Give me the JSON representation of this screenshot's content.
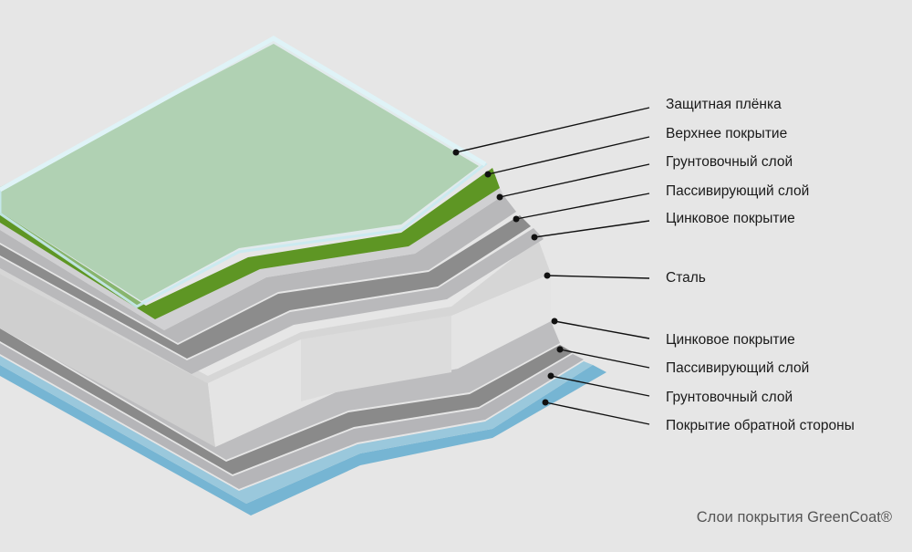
{
  "labels": [
    "Защитная плёнка",
    "Верхнее покрытие",
    "Грунтовочный слой",
    "Пассивирующий слой",
    "Цинковое покрытие",
    "Сталь",
    "Цинковое покрытие",
    "Пассивирующий слой",
    "Грунтовочный слой",
    "Покрытие обратной стороны"
  ],
  "caption": "Слои покрытия GreenCoat®",
  "colors": {
    "background": "#e6e6e6",
    "protective_film": "#cde8ee",
    "top_coat_face": "#9cc08f",
    "top_coat_edge": "#5e9624",
    "primer": "#b5b5b8",
    "passivation": "#8e8e8e",
    "zinc": "#c4c4c6",
    "steel": "#e1e1e1",
    "back_coat": "#76b5d3"
  }
}
